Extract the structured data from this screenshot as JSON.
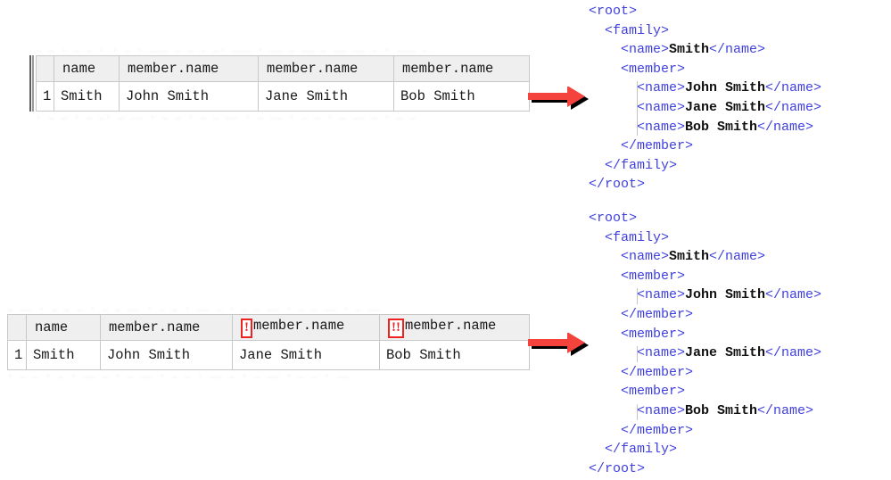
{
  "tables": [
    {
      "id": "table-top",
      "name": "flattened-grid-wide",
      "ghost_top": "_ _  . _ _ .    .  _     .  ___   _  _  _ _.    ___ . __ _   __ _  __ __            _ . ___  _",
      "ghost_bottom": ". _  _ .  _  _. _   __ .  _ _  . _ _   __ . _  __  .  _  _   . _  __  _  .   _ _",
      "has_left_gutter": true,
      "columns": [
        {
          "label": "name",
          "warning": null
        },
        {
          "label": "member.name",
          "warning": null
        },
        {
          "label": "member.name",
          "warning": null
        },
        {
          "label": "member.name",
          "warning": null
        }
      ],
      "rows": [
        {
          "number": "1",
          "cells": [
            "Smith",
            "John Smith",
            "Jane Smith",
            "Bob Smith"
          ]
        }
      ]
    },
    {
      "id": "table-bottom",
      "name": "flattened-grid-flagged",
      "ghost_top": "_ __ . _  _ _   . _   _ __  .   _ _ .  __  _ .  _ _  __   .  _   _ __  . _   __",
      "ghost_bottom": " .  _  _   .  _ .  __  _   .   _  __ .  _   _ .  __ _  .  _   __  .  _ _   .  __",
      "has_left_gutter": false,
      "columns": [
        {
          "label": "name",
          "warning": null
        },
        {
          "label": "member.name",
          "warning": null
        },
        {
          "label": "member.name",
          "warning": "!"
        },
        {
          "label": "member.name",
          "warning": "!!"
        }
      ],
      "rows": [
        {
          "number": "1",
          "cells": [
            "Smith",
            "John Smith",
            "Jane Smith",
            "Bob Smith"
          ]
        }
      ]
    }
  ],
  "arrows": [
    {
      "id": "arrow-top",
      "name": "transform-arrow-top",
      "direction": "right",
      "color": "#f4423c"
    },
    {
      "id": "arrow-bottom",
      "name": "transform-arrow-bottom",
      "direction": "right",
      "color": "#f4423c"
    }
  ],
  "xml_blocks": [
    {
      "id": "xml-top",
      "name": "xml-output-single-member",
      "lines": [
        [
          {
            "t": "tag",
            "s": "<root>"
          }
        ],
        [
          {
            "t": "tag",
            "s": "  <family>"
          }
        ],
        [
          {
            "t": "tag",
            "s": "    <name>"
          },
          {
            "t": "val",
            "s": "Smith"
          },
          {
            "t": "tag",
            "s": "</name>"
          }
        ],
        [
          {
            "t": "tag",
            "s": "    <member>"
          }
        ],
        [
          {
            "t": "tag",
            "s": "      <name>"
          },
          {
            "t": "val",
            "s": "John Smith"
          },
          {
            "t": "tag",
            "s": "</name>"
          }
        ],
        [
          {
            "t": "tag",
            "s": "      <name>"
          },
          {
            "t": "val",
            "s": "Jane Smith"
          },
          {
            "t": "tag",
            "s": "</name>"
          }
        ],
        [
          {
            "t": "tag",
            "s": "      <name>"
          },
          {
            "t": "val",
            "s": "Bob Smith"
          },
          {
            "t": "tag",
            "s": "</name>"
          }
        ],
        [
          {
            "t": "tag",
            "s": "    </member>"
          }
        ],
        [
          {
            "t": "tag",
            "s": "  </family>"
          }
        ],
        [
          {
            "t": "tag",
            "s": "</root>"
          }
        ]
      ]
    },
    {
      "id": "xml-bottom",
      "name": "xml-output-multi-member",
      "lines": [
        [
          {
            "t": "tag",
            "s": "<root>"
          }
        ],
        [
          {
            "t": "tag",
            "s": "  <family>"
          }
        ],
        [
          {
            "t": "tag",
            "s": "    <name>"
          },
          {
            "t": "val",
            "s": "Smith"
          },
          {
            "t": "tag",
            "s": "</name>"
          }
        ],
        [
          {
            "t": "tag",
            "s": "    <member>"
          }
        ],
        [
          {
            "t": "tag",
            "s": "      <name>"
          },
          {
            "t": "val",
            "s": "John Smith"
          },
          {
            "t": "tag",
            "s": "</name>"
          }
        ],
        [
          {
            "t": "tag",
            "s": "    </member>"
          }
        ],
        [
          {
            "t": "tag",
            "s": "    <member>"
          }
        ],
        [
          {
            "t": "tag",
            "s": "      <name>"
          },
          {
            "t": "val",
            "s": "Jane Smith"
          },
          {
            "t": "tag",
            "s": "</name>"
          }
        ],
        [
          {
            "t": "tag",
            "s": "    </member>"
          }
        ],
        [
          {
            "t": "tag",
            "s": "    <member>"
          }
        ],
        [
          {
            "t": "tag",
            "s": "      <name>"
          },
          {
            "t": "val",
            "s": "Bob Smith"
          },
          {
            "t": "tag",
            "s": "</name>"
          }
        ],
        [
          {
            "t": "tag",
            "s": "    </member>"
          }
        ],
        [
          {
            "t": "tag",
            "s": "  </family>"
          }
        ],
        [
          {
            "t": "tag",
            "s": "</root>"
          }
        ]
      ]
    }
  ],
  "colors": {
    "xml_tag": "#4040e0",
    "xml_value": "#101010",
    "arrow": "#f4423c",
    "arrow_shadow": "#000000",
    "warning": "#ef2222",
    "header_bg": "#efefef",
    "grid_border": "#c8c8c8"
  }
}
